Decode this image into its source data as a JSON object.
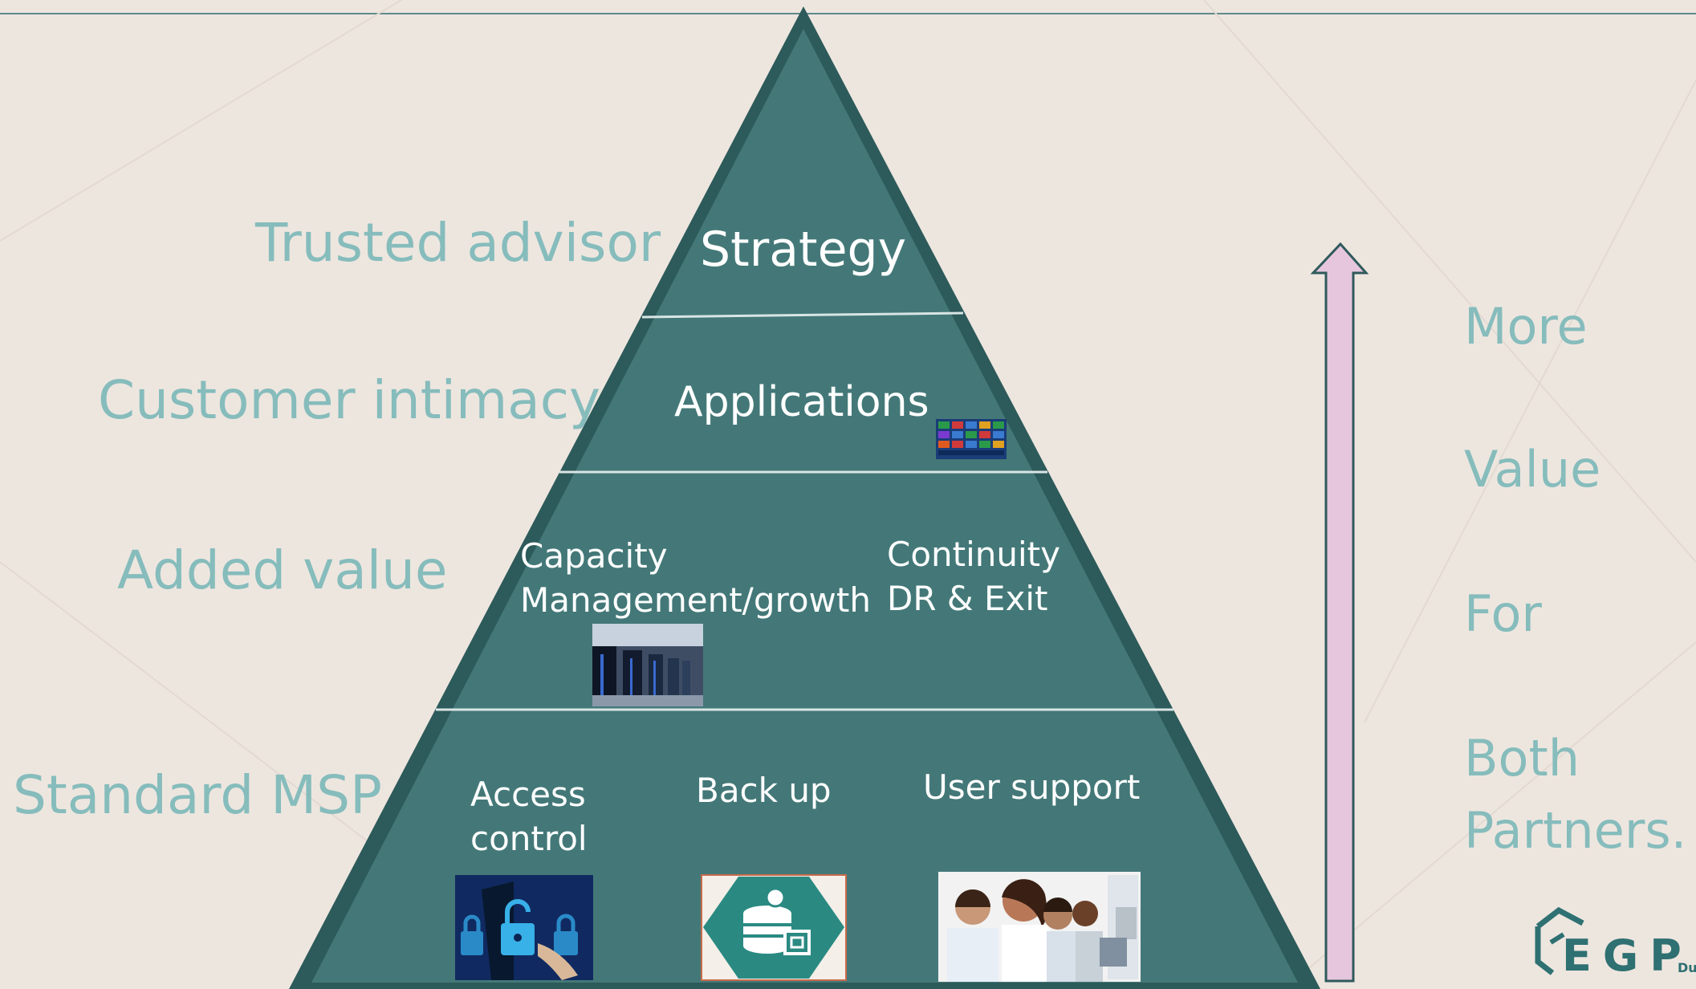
{
  "levels": [
    {
      "side_label": "Trusted advisor",
      "tier": "Strategy"
    },
    {
      "side_label": "Customer intimacy",
      "tier": "Applications"
    },
    {
      "side_label": "Added value",
      "tier_left_line1": "Capacity",
      "tier_left_line2": "Management/growth",
      "tier_right_line1": "Continuity",
      "tier_right_line2": "DR & Exit"
    },
    {
      "side_label": "Standard MSP",
      "item1_line1": "Access",
      "item1_line2": "control",
      "item2": "Back up",
      "item3": "User support"
    }
  ],
  "right_words": [
    "More",
    "Value",
    "For",
    "Both",
    "Partners."
  ],
  "logo": {
    "text": "EGP",
    "suffix": "Du"
  },
  "colors": {
    "pyramid_fill": "#447878",
    "pyramid_border": "#2d5a5a",
    "label_color": "#86bcbc",
    "arrow_fill": "#e6c6dc",
    "arrow_stroke": "#2f5a5c",
    "background": "#ede6df"
  },
  "icons": [
    "app-tiles-icon",
    "server-room-icon",
    "padlock-icon",
    "database-icon",
    "call-center-icon",
    "egp-logo-icon",
    "up-arrow-icon"
  ]
}
